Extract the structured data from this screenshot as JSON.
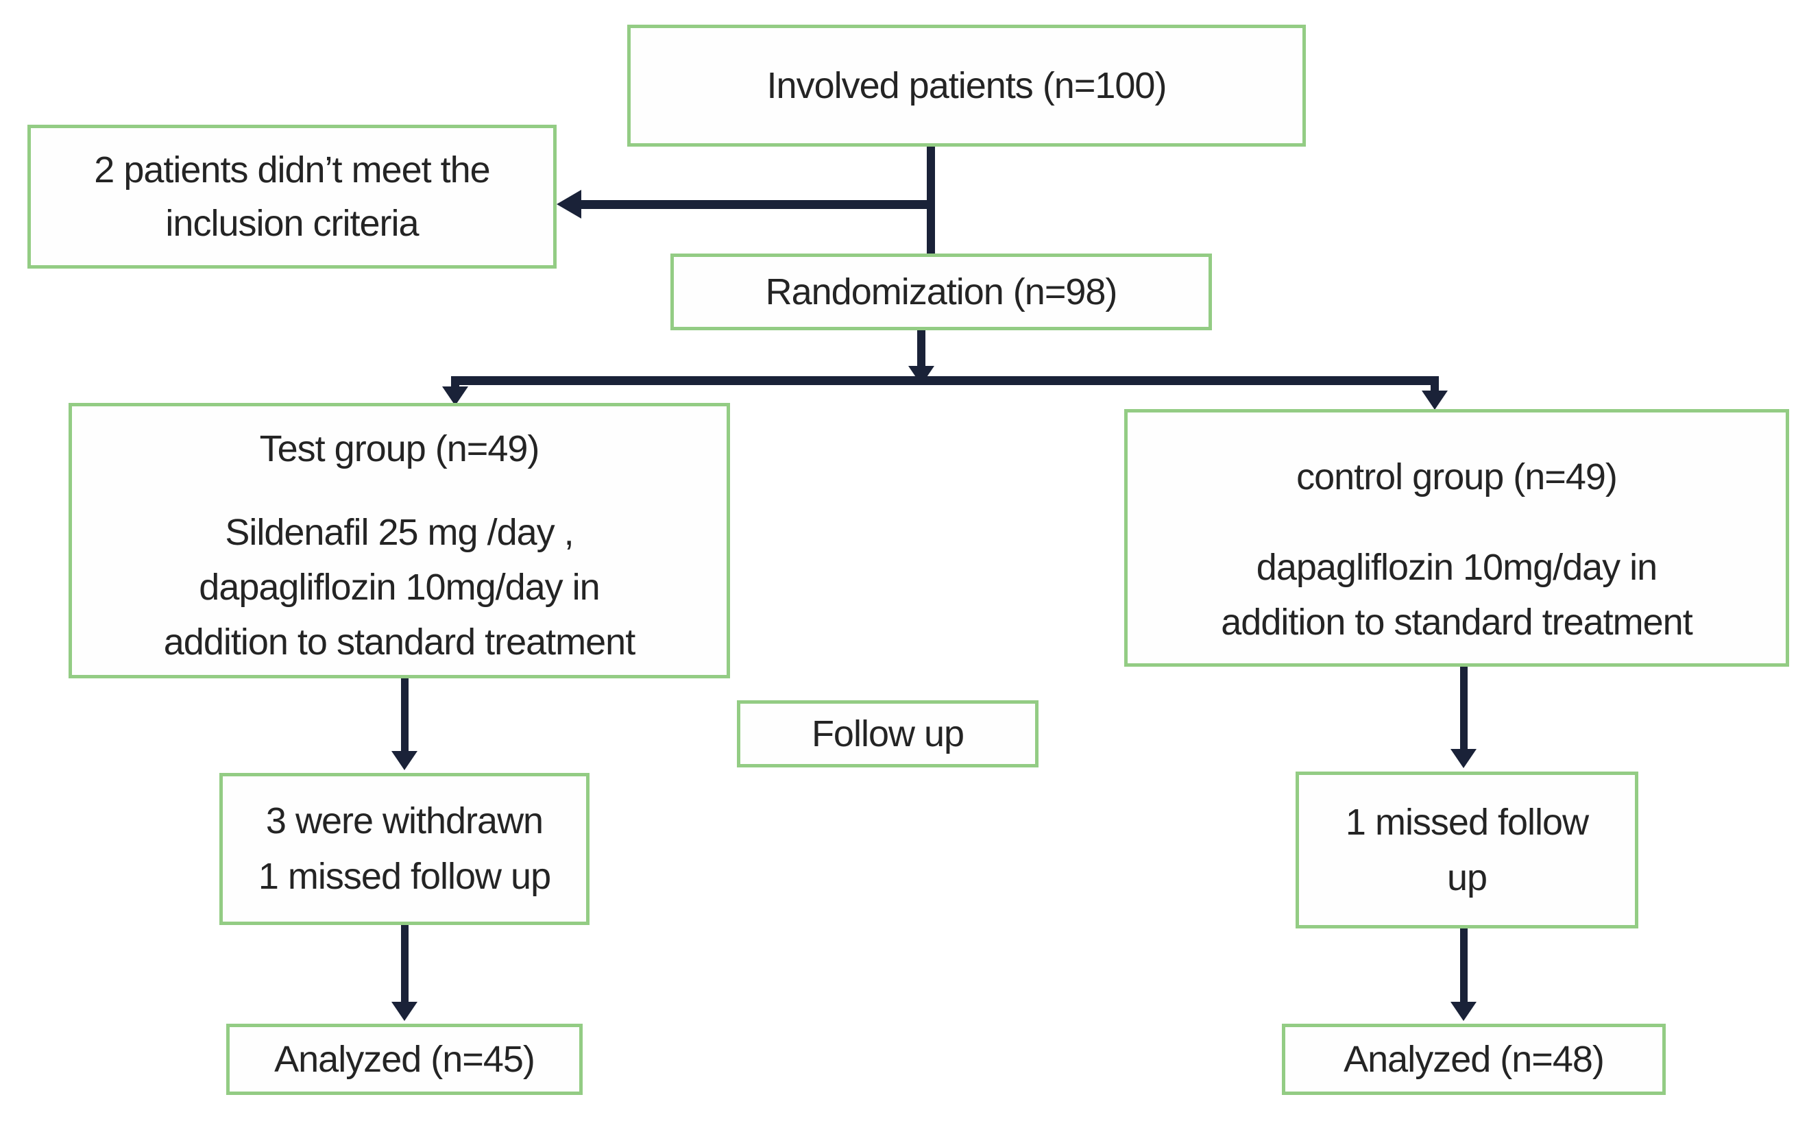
{
  "diagram_type": "patient-flow-chart",
  "colors": {
    "box_border": "#93cc84",
    "box_fill": "#fefefe",
    "arrow": "#1a2238",
    "text": "#242424",
    "background": "#ffffff"
  },
  "nodes": {
    "involved_patients": {
      "lines": [
        "Involved patients (n=100)"
      ]
    },
    "exclusion": {
      "lines": [
        "2 patients didn’t meet the",
        "inclusion criteria"
      ]
    },
    "randomization": {
      "lines": [
        "Randomization (n=98)"
      ]
    },
    "test_group": {
      "title": "Test group (n=49)",
      "lines": [
        "Sildenafil 25 mg /day ,",
        "dapagliflozin 10mg/day in",
        "addition to standard treatment"
      ]
    },
    "control_group": {
      "title": "control group (n=49)",
      "lines": [
        "dapagliflozin 10mg/day in",
        "addition to standard treatment"
      ]
    },
    "follow_up": {
      "lines": [
        "Follow up"
      ]
    },
    "test_attrition": {
      "lines": [
        "3 were withdrawn",
        "1 missed follow up"
      ]
    },
    "control_attrition": {
      "lines": [
        "1 missed follow",
        "up"
      ]
    },
    "test_analyzed": {
      "lines": [
        "Analyzed (n=45)"
      ]
    },
    "control_analyzed": {
      "lines": [
        "Analyzed (n=48)"
      ]
    }
  }
}
